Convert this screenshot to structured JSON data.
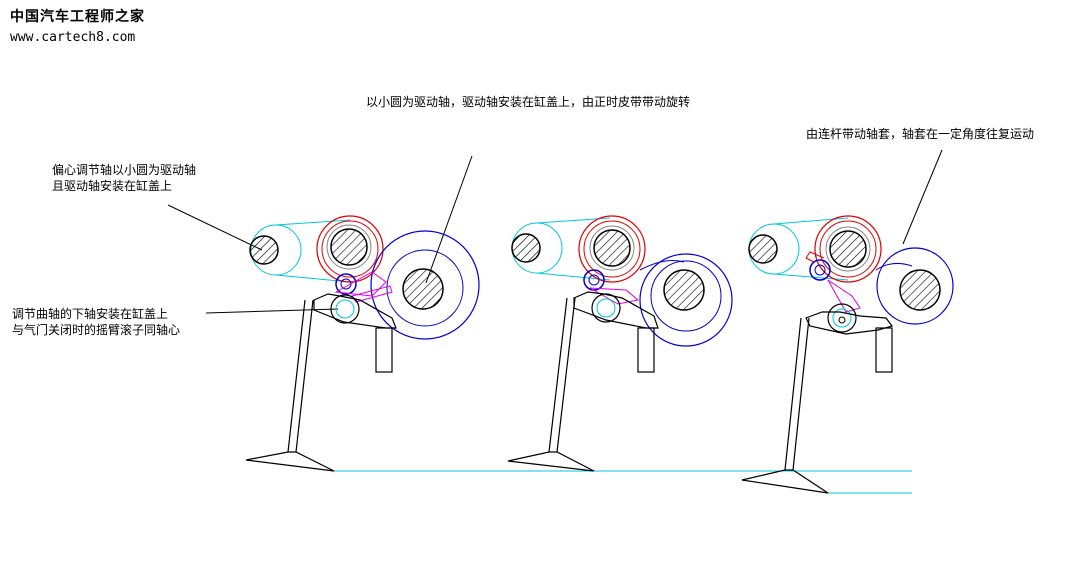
{
  "watermark": {
    "title": "中国汽车工程师之家",
    "url": "www.cartech8.com"
  },
  "annotations": {
    "drive_shaft": "以小圆为驱动轴，驱动轴安装在缸盖上，由正时皮带带动旋转",
    "link_sleeve": "由连杆带动轴套，轴套在一定角度往复运动",
    "eccentric_line1": "偏心调节轴以小圆为驱动轴",
    "eccentric_line2": "且驱动轴安装在缸盖上",
    "crank_line1": "调节曲轴的下轴安装在缸盖上",
    "crank_line2": "与气门关闭时的摇臂滚子同轴心"
  },
  "colors": {
    "cyan": "#00c8d8",
    "red": "#e00000",
    "blue": "#0000d0",
    "magenta": "#e000e0",
    "black": "#000000"
  }
}
